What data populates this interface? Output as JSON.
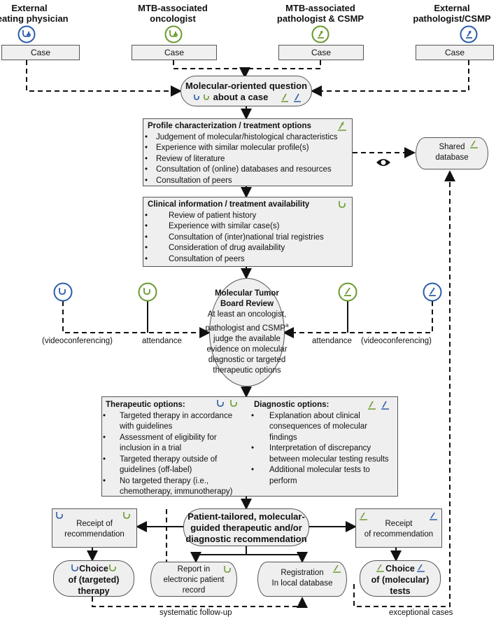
{
  "colors": {
    "blue": "#2b5da8",
    "green": "#6a9a2d",
    "box": "#efefef",
    "line": "#111"
  },
  "headers": [
    {
      "line1": "External",
      "line2": "treating physician"
    },
    {
      "line1": "MTB-associated",
      "line2": "oncologist"
    },
    {
      "line1": "MTB-associated",
      "line2": "pathologist & CSMP"
    },
    {
      "line1": "External",
      "line2": "pathologist/CSMP"
    }
  ],
  "case_label": "Case",
  "question": {
    "line1": "Molecular-oriented question",
    "line2": "about a case"
  },
  "profile": {
    "title": "Profile characterization / treatment options",
    "items": [
      "Judgement of molecular/histological characteristics",
      "Experience with similar molecular profile(s)",
      "Review of literature",
      "Consultation of (online) databases and resources",
      "Consultation of peers"
    ]
  },
  "shared_db": {
    "line1": "Shared",
    "line2": "database"
  },
  "clinical": {
    "title": "Clinical information / treatment availability",
    "items": [
      "Review of patient history",
      "Experience with similar case(s)",
      "Consultation of (inter)national trial registries",
      "Consideration of drug availability",
      "Consultation of peers"
    ]
  },
  "review": {
    "title1": "Molecular Tumor",
    "title2": "Board Review",
    "lines": [
      "At least an oncologist,",
      "pathologist and CSMP",
      "judge the available",
      "evidence on molecular",
      "diagnostic or targeted",
      "therapeutic options"
    ],
    "sup": "a"
  },
  "attendance": {
    "video": "(videoconferencing)",
    "attend": "attendance"
  },
  "therapeutic": {
    "title": "Therapeutic options:",
    "items": [
      "Targeted therapy in accordance with guidelines",
      "Assessment of eligibility for inclusion in a trial",
      "Targeted therapy outside of guidelines (off-label)",
      "No targeted therapy (i.e., chemotherapy, immunotherapy)"
    ]
  },
  "diagnostic": {
    "title": "Diagnostic options:",
    "items": [
      "Explanation about clinical consequences of molecular findings",
      "Interpretation of discrepancy between molecular testing results",
      "Additional molecular tests to perform"
    ]
  },
  "recommendation": {
    "line1": "Patient-tailored, molecular-",
    "line2": "guided therapeutic and/or",
    "line3": "diagnostic recommendation"
  },
  "receipt": {
    "line1": "Receipt of",
    "line2": "recommendation",
    "r_line1": "Receipt",
    "r_line2": "of recommendation"
  },
  "choice_therapy": {
    "line1": "Choice",
    "line2": "of (targeted)",
    "line3": "therapy"
  },
  "choice_tests": {
    "line1": "Choice",
    "line2": "of (molecular)",
    "line3": "tests"
  },
  "report": {
    "line1": "Report in",
    "line2": "electronic patient",
    "line3": "record"
  },
  "registration": {
    "line1": "Registration",
    "line2": "In local database"
  },
  "followup": "systematic follow-up",
  "exceptional": "exceptional cases"
}
